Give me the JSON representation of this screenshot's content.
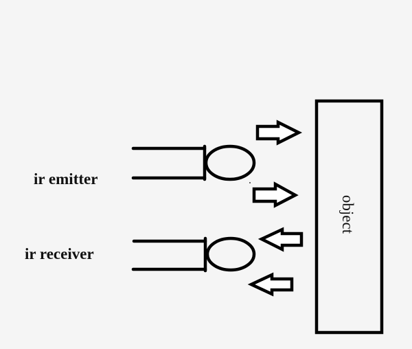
{
  "diagram": {
    "title": "",
    "background": "#f5f5f5",
    "line_color": "#000000",
    "components": {
      "emitter": {
        "label": "ir emitter",
        "type": "led"
      },
      "receiver": {
        "label": "ir receiver",
        "type": "photodiode"
      },
      "object": {
        "label": "object",
        "type": "rectangle"
      }
    },
    "arrows": [
      {
        "id": "emitted-ray-1",
        "direction": "right",
        "meaning": "ir emitted toward object"
      },
      {
        "id": "emitted-ray-2",
        "direction": "right",
        "meaning": "ir emitted toward object"
      },
      {
        "id": "reflected-ray-1",
        "direction": "left",
        "meaning": "ir reflected back to receiver"
      },
      {
        "id": "reflected-ray-2",
        "direction": "left",
        "meaning": "ir reflected back to receiver"
      }
    ]
  }
}
